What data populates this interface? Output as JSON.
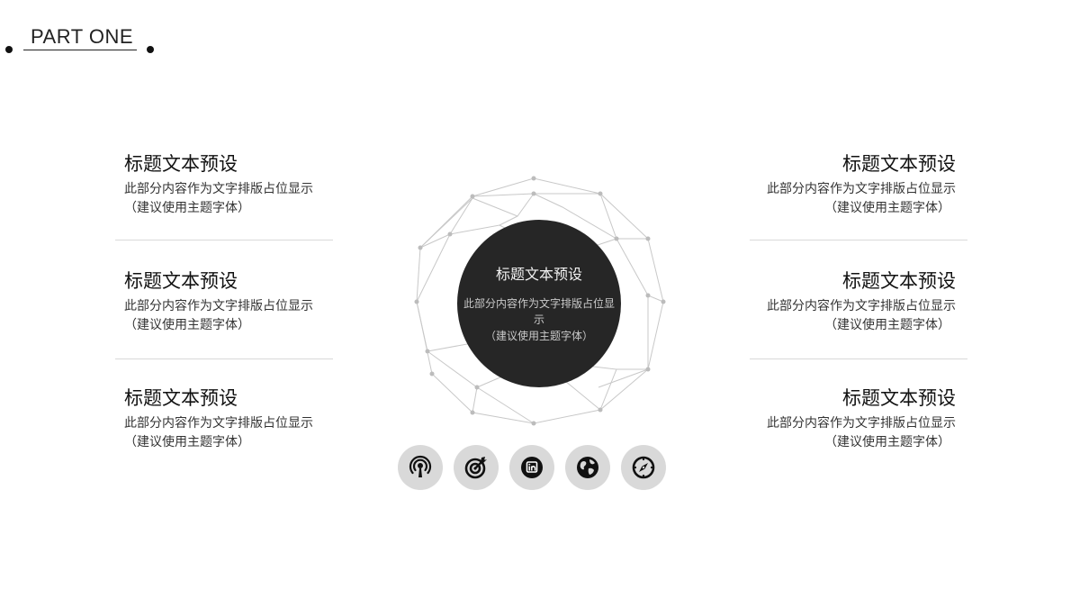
{
  "header": {
    "title": "PART ONE"
  },
  "left_items": [
    {
      "title": "标题文本预设",
      "body_line1": "此部分内容作为文字排版占位显示",
      "body_line2": "（建议使用主题字体）"
    },
    {
      "title": "标题文本预设",
      "body_line1": "此部分内容作为文字排版占位显示",
      "body_line2": "（建议使用主题字体）"
    },
    {
      "title": "标题文本预设",
      "body_line1": "此部分内容作为文字排版占位显示",
      "body_line2": "（建议使用主题字体）"
    }
  ],
  "right_items": [
    {
      "title": "标题文本预设",
      "body_line1": "此部分内容作为文字排版占位显示",
      "body_line2": "（建议使用主题字体）"
    },
    {
      "title": "标题文本预设",
      "body_line1": "此部分内容作为文字排版占位显示",
      "body_line2": "（建议使用主题字体）"
    },
    {
      "title": "标题文本预设",
      "body_line1": "此部分内容作为文字排版占位显示",
      "body_line2": "（建议使用主题字体）"
    }
  ],
  "center": {
    "title": "标题文本预设",
    "body_line1": "此部分内容作为文字排版占位显示",
    "body_line2": "（建议使用主题字体）"
  },
  "icons": [
    "podcast-icon",
    "target-icon",
    "linkedin-icon",
    "globe-icon",
    "compass-icon"
  ],
  "colors": {
    "accent_dark": "#262626",
    "icon_bg": "#d9d9d9",
    "mesh_line": "#c8c8c8",
    "separator": "#d9d9d9"
  }
}
